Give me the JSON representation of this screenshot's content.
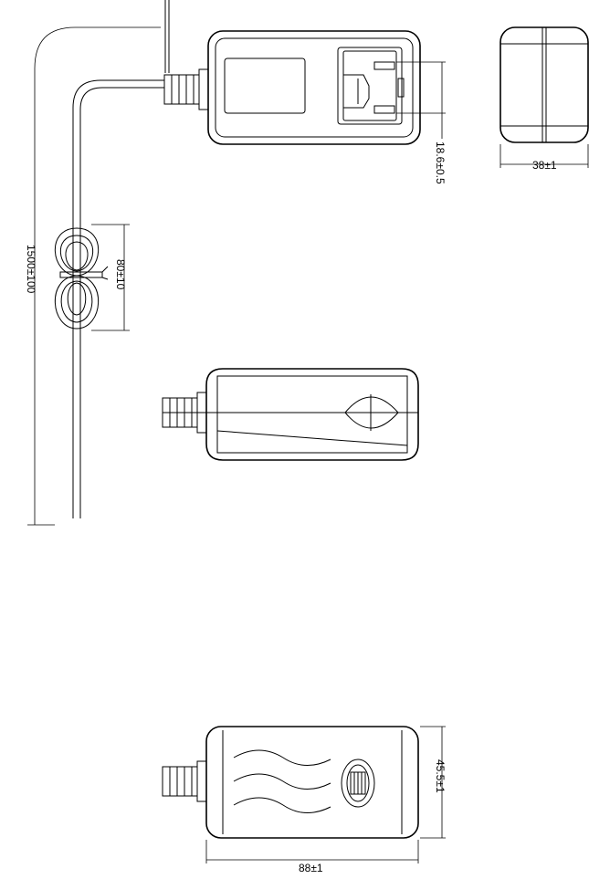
{
  "dimensions": {
    "cable_length": "1500±100",
    "loop_height": "80±10",
    "pin_spacing": "18.6±0.5",
    "width": "38±1",
    "length": "88±1",
    "height": "45.5±1"
  },
  "colors": {
    "line": "#000000",
    "background": "#ffffff"
  }
}
